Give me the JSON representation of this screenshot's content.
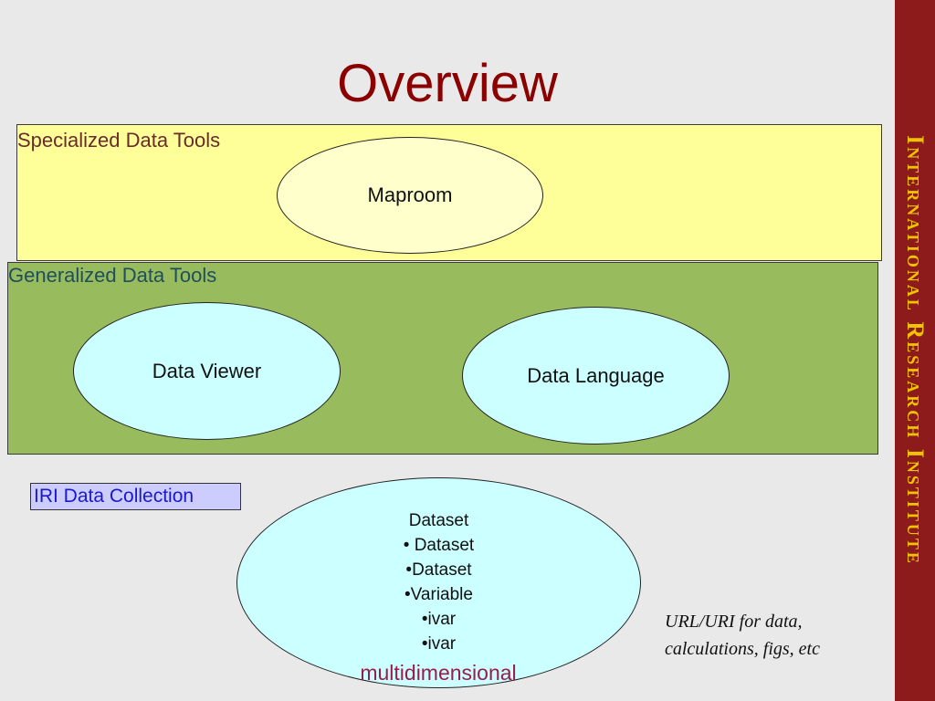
{
  "title": "Overview",
  "sidebar_text": "International Research Institute",
  "specialized": {
    "label": "Specialized Data Tools",
    "maproom": "Maproom"
  },
  "generalized": {
    "label": "Generalized Data Tools",
    "viewer": "Data Viewer",
    "language": "Data Language"
  },
  "collection": {
    "label": "IRI Data Collection",
    "items": [
      "Dataset",
      "• Dataset",
      "•Dataset",
      "•Variable",
      "•ivar",
      "•ivar"
    ],
    "footer": "multidimensional"
  },
  "url_note": {
    "line1": "URL/URI  for data,",
    "line2": "calculations, figs, etc"
  }
}
